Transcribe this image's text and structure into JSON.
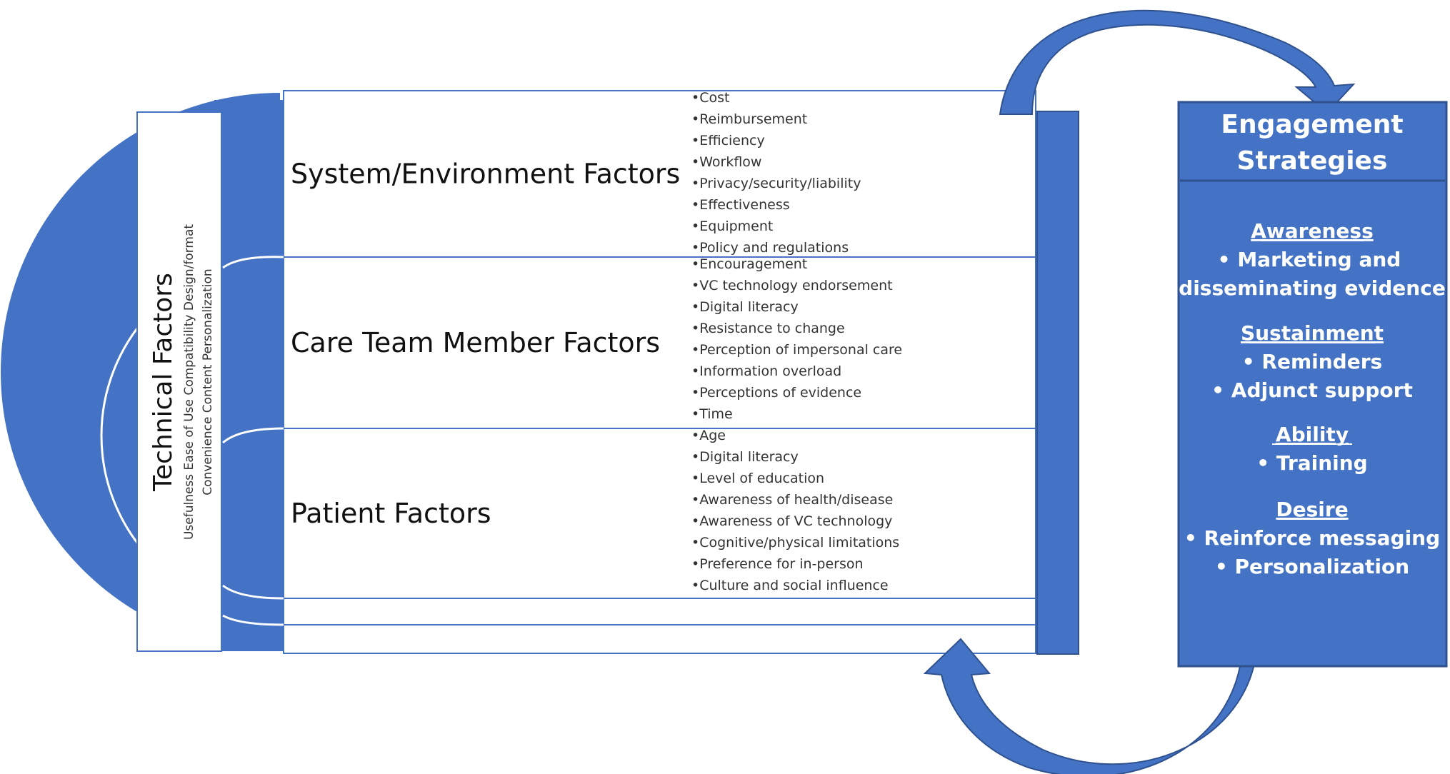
{
  "colors": {
    "primary": "#4472C4",
    "dark": "#2F528F",
    "line": "#4472C4",
    "white": "#FFFFFF"
  },
  "technical": {
    "title": "Technical Factors",
    "col1": [
      "Usefulness",
      "Ease of Use",
      "Compatibility",
      "Design/format"
    ],
    "col2": [
      "Convenience",
      "Content",
      "Personalization"
    ]
  },
  "factors": [
    {
      "title": "System/Environment Factors",
      "bullets": [
        "Cost",
        "Reimbursement",
        "Efficiency",
        "Workflow",
        "Privacy/security/liability",
        "Effectiveness",
        "Equipment",
        "Policy and regulations"
      ]
    },
    {
      "title": "Care Team Member Factors",
      "bullets": [
        "Encouragement",
        "VC technology endorsement",
        "Digital literacy",
        "Resistance to change",
        "Perception of impersonal care",
        "Information overload",
        "Perceptions of evidence",
        "Time"
      ]
    },
    {
      "title": "Patient Factors",
      "bullets": [
        "Age",
        "Digital literacy",
        "Level of education",
        "Awareness of health/disease",
        "Awareness of VC technology",
        "Cognitive/physical limitations",
        "Preference for in-person",
        "Culture and social influence"
      ]
    }
  ],
  "engagement": {
    "title_line1": "Engagement",
    "title_line2": "Strategies",
    "sections": [
      {
        "heading": "Awareness",
        "items": [
          "• Marketing and",
          "disseminating evidence"
        ]
      },
      {
        "heading": "Sustainment",
        "items": [
          "• Reminders",
          "• Adjunct support"
        ]
      },
      {
        "heading": "Ability",
        "items": [
          "• Training"
        ]
      },
      {
        "heading": "Desire",
        "items": [
          "• Reinforce messaging",
          "• Personalization"
        ]
      }
    ]
  }
}
